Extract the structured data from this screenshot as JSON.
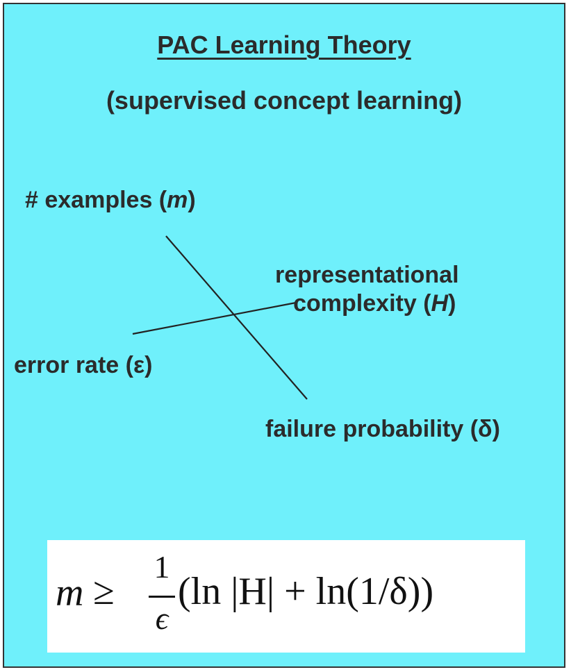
{
  "title": "PAC Learning Theory",
  "subtitle": "(supervised concept learning)",
  "labels": {
    "examples_prefix": "# examples (",
    "examples_var": "m",
    "examples_suffix": ")",
    "repr_line1": "representational",
    "repr_line2_prefix": "complexity (",
    "repr_var": "H",
    "repr_suffix": ")",
    "error_rate": "error rate (ε)",
    "failure_probability": "failure probability (δ)"
  },
  "formula": {
    "lhs": "m",
    "relation": "≥",
    "fraction_numerator": "1",
    "fraction_denominator": "ϵ",
    "rest": "(ln |H| + ln(1/δ))"
  },
  "colors": {
    "background": "#6ff0fb",
    "text": "#2b2b2b",
    "lines": "#222222",
    "formula_box": "#ffffff"
  }
}
